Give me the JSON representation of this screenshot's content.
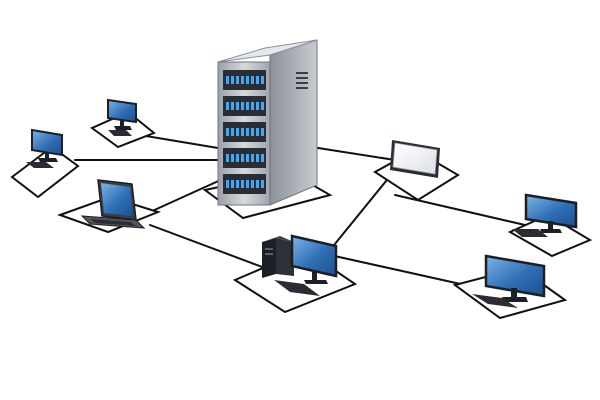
{
  "diagram": {
    "type": "network-topology",
    "colors": {
      "background": "#ffffff",
      "line": "#111111",
      "pad_fill": "#ffffff",
      "pad_stroke": "#111111",
      "screen_blue": "#2f6fb5",
      "screen_blue_light": "#6aa6df",
      "device_dark": "#1c1f24",
      "server_metal": "#b9bec4",
      "server_metal_dark": "#7c838b",
      "drive_led": "#3fa9f5"
    },
    "hub": {
      "id": "server",
      "kind": "server-rack",
      "icon": "server-rack-icon"
    },
    "nodes": [
      {
        "id": "laptop",
        "kind": "laptop",
        "icon": "laptop-icon"
      },
      {
        "id": "desktop-left-far",
        "kind": "desktop-monitor",
        "icon": "monitor-icon"
      },
      {
        "id": "desktop-left-near",
        "kind": "desktop-monitor",
        "icon": "monitor-icon"
      },
      {
        "id": "tablet",
        "kind": "flat-panel",
        "icon": "flat-panel-icon"
      },
      {
        "id": "workstation",
        "kind": "tower-with-monitor",
        "icon": "workstation-icon"
      },
      {
        "id": "desktop-right-top",
        "kind": "desktop-monitor",
        "icon": "monitor-icon"
      },
      {
        "id": "desktop-right-bottom",
        "kind": "desktop-monitor",
        "icon": "monitor-icon"
      }
    ],
    "links": [
      {
        "from": "server",
        "to": "laptop"
      },
      {
        "from": "server",
        "to": "desktop-left-far"
      },
      {
        "from": "server",
        "to": "desktop-left-near"
      },
      {
        "from": "server",
        "to": "tablet"
      },
      {
        "from": "server",
        "to": "workstation"
      },
      {
        "from": "tablet",
        "to": "desktop-right-top"
      },
      {
        "from": "workstation",
        "to": "desktop-right-bottom"
      },
      {
        "from": "laptop",
        "to": "workstation"
      }
    ]
  }
}
